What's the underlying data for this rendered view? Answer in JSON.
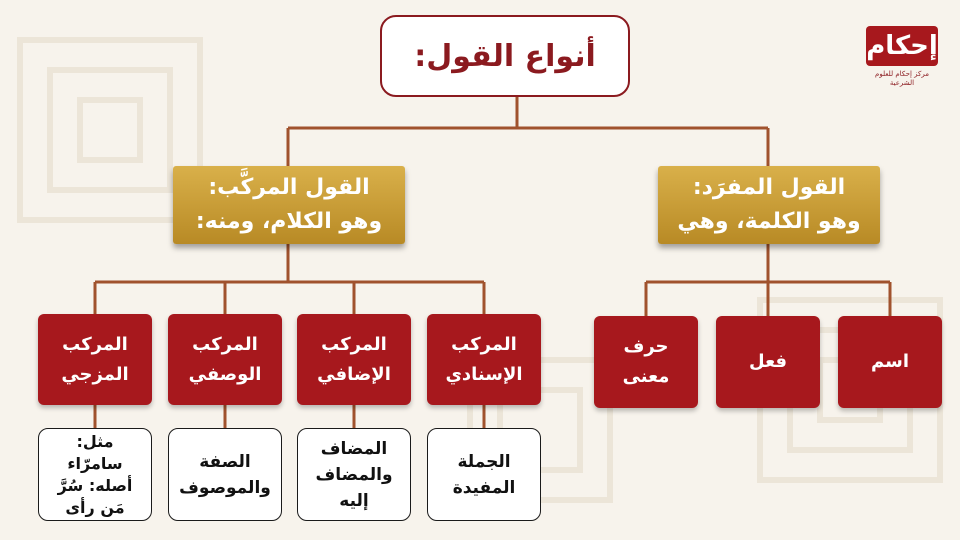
{
  "title": "أنواع القول:",
  "logo": {
    "name": "إحكام",
    "subtitle": "مركز إحكام للعلوم الشرعية"
  },
  "branches": {
    "mufrad": {
      "line1": "القول المفرَد:",
      "line2": "وهو الكلمة، وهي"
    },
    "murakkab": {
      "line1": "القول المركَّب:",
      "line2": "وهو الكلام، ومنه:"
    }
  },
  "mufrad_items": [
    {
      "line1": "اسم",
      "line2": ""
    },
    {
      "line1": "فعل",
      "line2": ""
    },
    {
      "line1": "حرف",
      "line2": "معنى"
    }
  ],
  "murakkab_items": [
    {
      "line1": "المركب",
      "line2": "الإسنادي"
    },
    {
      "line1": "المركب",
      "line2": "الإضافي"
    },
    {
      "line1": "المركب",
      "line2": "الوصفي"
    },
    {
      "line1": "المركب",
      "line2": "المزجي"
    }
  ],
  "examples": [
    {
      "line1": "الجملة",
      "line2": "المفيدة",
      "line3": "",
      "line4": ""
    },
    {
      "line1": "المضاف",
      "line2": "والمضاف",
      "line3": "إليه",
      "line4": ""
    },
    {
      "line1": "الصفة",
      "line2": "والموصوف",
      "line3": "",
      "line4": ""
    },
    {
      "line1": "مثل:",
      "line2": "سامرّاء",
      "line3": "أصله: سُرَّ",
      "line4": "مَن رأى"
    }
  ],
  "colors": {
    "accent": "#a7181d",
    "gold": "#c99a33",
    "connector": "#a0522d",
    "background": "#f7f3ec"
  }
}
